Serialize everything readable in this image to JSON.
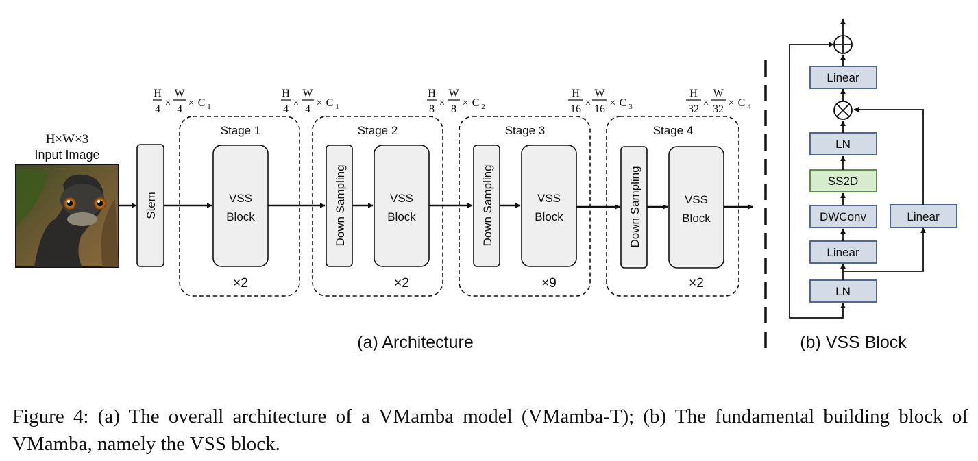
{
  "input": {
    "size_label": "H×W×3",
    "label": "Input Image",
    "image_description_icon": "snake-photo-icon"
  },
  "stem": {
    "label": "Stem"
  },
  "dims": [
    {
      "h_num": "H",
      "h_den": "4",
      "w_num": "W",
      "w_den": "4",
      "c": "C",
      "c_sub": "1"
    },
    {
      "h_num": "H",
      "h_den": "4",
      "w_num": "W",
      "w_den": "4",
      "c": "C",
      "c_sub": "1"
    },
    {
      "h_num": "H",
      "h_den": "8",
      "w_num": "W",
      "w_den": "8",
      "c": "C",
      "c_sub": "2"
    },
    {
      "h_num": "H",
      "h_den": "16",
      "w_num": "W",
      "w_den": "16",
      "c": "C",
      "c_sub": "3"
    },
    {
      "h_num": "H",
      "h_den": "32",
      "w_num": "W",
      "w_den": "32",
      "c": "C",
      "c_sub": "4"
    }
  ],
  "times_symbol": "×",
  "stages": [
    {
      "title": "Stage 1",
      "vss_line1": "VSS",
      "vss_line2": "Block",
      "repeat": "×2",
      "has_downsampling": false
    },
    {
      "title": "Stage 2",
      "vss_line1": "VSS",
      "vss_line2": "Block",
      "repeat": "×2",
      "has_downsampling": true,
      "downsampling": "Down Sampling"
    },
    {
      "title": "Stage 3",
      "vss_line1": "VSS",
      "vss_line2": "Block",
      "repeat": "×9",
      "has_downsampling": true,
      "downsampling": "Down Sampling"
    },
    {
      "title": "Stage 4",
      "vss_line1": "VSS",
      "vss_line2": "Block",
      "repeat": "×2",
      "has_downsampling": true,
      "downsampling": "Down Sampling"
    }
  ],
  "architecture_label": "(a) Architecture",
  "vss_block": {
    "linear_top": "Linear",
    "ln_mid": "LN",
    "ss2d": "SS2D",
    "dwconv": "DWConv",
    "linear_bottom": "Linear",
    "ln_bottom": "LN",
    "linear_branch": "Linear",
    "label": "(b) VSS Block"
  },
  "colors": {
    "vss_module_fill": "#d3dbe7",
    "vss_module_stroke": "#4f6a8f",
    "ss2d_fill": "#d7ebce",
    "ss2d_stroke": "#5e9247",
    "arch_block_fill": "#efefef"
  },
  "caption": "Figure 4: (a) The overall architecture of a VMamba model (VMamba-T); (b) The fundamental building block of VMamba, namely the VSS block."
}
